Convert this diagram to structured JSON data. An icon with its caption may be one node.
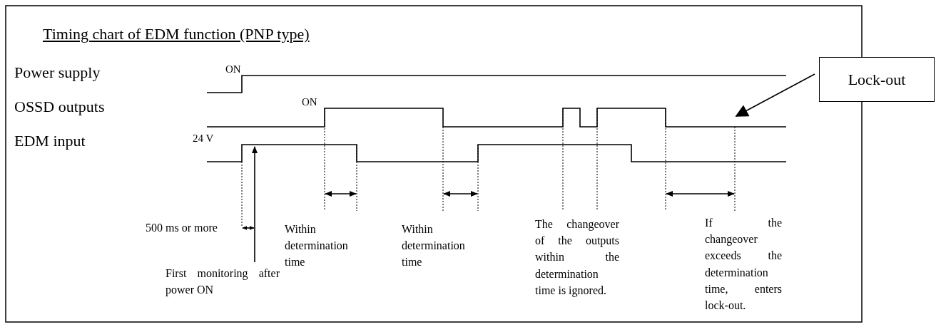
{
  "diagram": {
    "title": "Timing chart of EDM function (PNP type)",
    "nodes": [
      {
        "text": [
          "Lock-out"
        ]
      },
      {
        "text": [
          "First monitoring after power ON"
        ]
      }
    ],
    "edges": [
      {
        "from": 0,
        "to": null,
        "arrow": "to"
      },
      {
        "from": 1,
        "to": null,
        "arrow": "to"
      }
    ],
    "labels": [
      "Power supply",
      "OSSD outputs",
      "EDM input",
      "ON",
      "ON",
      "24 V",
      "500 ms or more",
      "Within determination time",
      "Within determination time",
      "The changeover of the outputs within the determination time is ignored.",
      "If the changeover exceeds the determination time, enters lock-out."
    ]
  }
}
